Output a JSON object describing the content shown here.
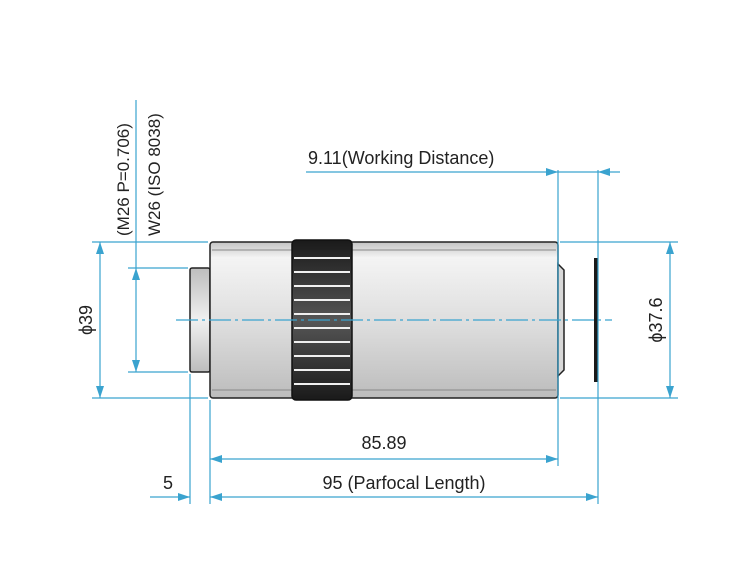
{
  "colors": {
    "dimension_line": "#3aa3cf",
    "outline": "#222222",
    "fill_light": "#ffffff",
    "fill_dark": "#4a4a4a"
  },
  "labels": {
    "thread_metric": "(M26 P=0.706)",
    "thread_iso": "W26 (ISO 8038)",
    "working_distance": "9.11(Working Distance)",
    "diameter_left": "ϕ39",
    "diameter_right": "ϕ37.6",
    "body_length": "85.89",
    "parfocal_length": "95 (Parfocal Length)",
    "thread_length": "5"
  }
}
